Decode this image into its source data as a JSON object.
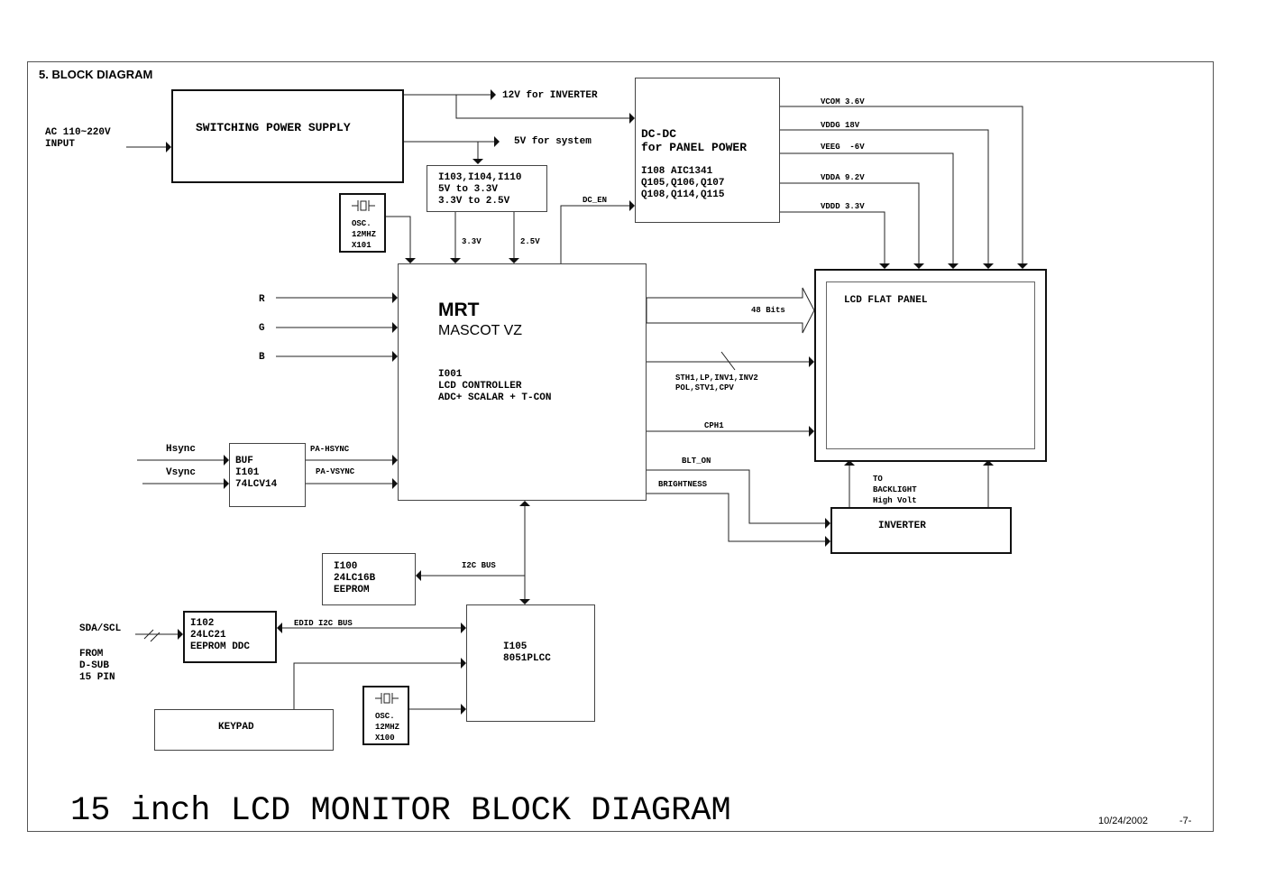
{
  "header": "5. BLOCK DIAGRAM",
  "title": "15 inch LCD MONITOR BLOCK DIAGRAM",
  "date": "10/24/2002",
  "page": "-7-",
  "inputs": {
    "ac": "AC 110~220V\nINPUT",
    "r": "R",
    "g": "G",
    "b": "B",
    "hsync": "Hsync",
    "vsync": "Vsync",
    "sda_scl": "SDA/SCL",
    "from": "FROM\nD-SUB\n15 PIN"
  },
  "blocks": {
    "smps": "SWITCHING POWER SUPPLY",
    "reg": "I103,I104,I110\n5V to 3.3V\n3.3V to 2.5V",
    "osc1": "OSC.\n12MHZ\nX101",
    "dcdc_title": "DC-DC\nfor PANEL POWER",
    "dcdc_parts": "I108 AIC1341\nQ105,Q106,Q107\nQ108,Q114,Q115",
    "mrt_name": "MRT",
    "mrt_model": "MASCOT VZ",
    "mrt_desc": "I001\nLCD CONTROLLER\nADC+ SCALAR + T-CON",
    "buf": "BUF\nI101\n74LCV14",
    "lcd": "LCD FLAT PANEL",
    "inverter": "INVERTER",
    "i100": "I100\n24LC16B\nEEPROM",
    "i102": "I102\n24LC21\nEEPROM DDC",
    "i105": "I105\n8051PLCC",
    "osc2": "OSC.\n12MHZ\nX100",
    "keypad": "KEYPAD"
  },
  "signals": {
    "v12": "12V for INVERTER",
    "v5": "5V for system",
    "v33": "3.3V",
    "v25": "2.5V",
    "dc_en": "DC_EN",
    "vcom": "VCOM 3.6V",
    "vddg": "VDDG 18V",
    "veeg": "VEEG  -6V",
    "vdda": "VDDA 9.2V",
    "vddd": "VDDD 3.3V",
    "bits48": "48 Bits",
    "sth": "STH1,LP,INV1,INV2\nPOL,STV1,CPV",
    "cph1": "CPH1",
    "blt_on": "BLT_ON",
    "brightness": "BRIGHTNESS",
    "to_backlight": "TO\nBACKLIGHT\nHigh Volt",
    "pa_hsync": "PA-HSYNC",
    "pa_vsync": "PA-VSYNC",
    "i2c_bus": "I2C BUS",
    "edid_bus": "EDID I2C BUS"
  }
}
